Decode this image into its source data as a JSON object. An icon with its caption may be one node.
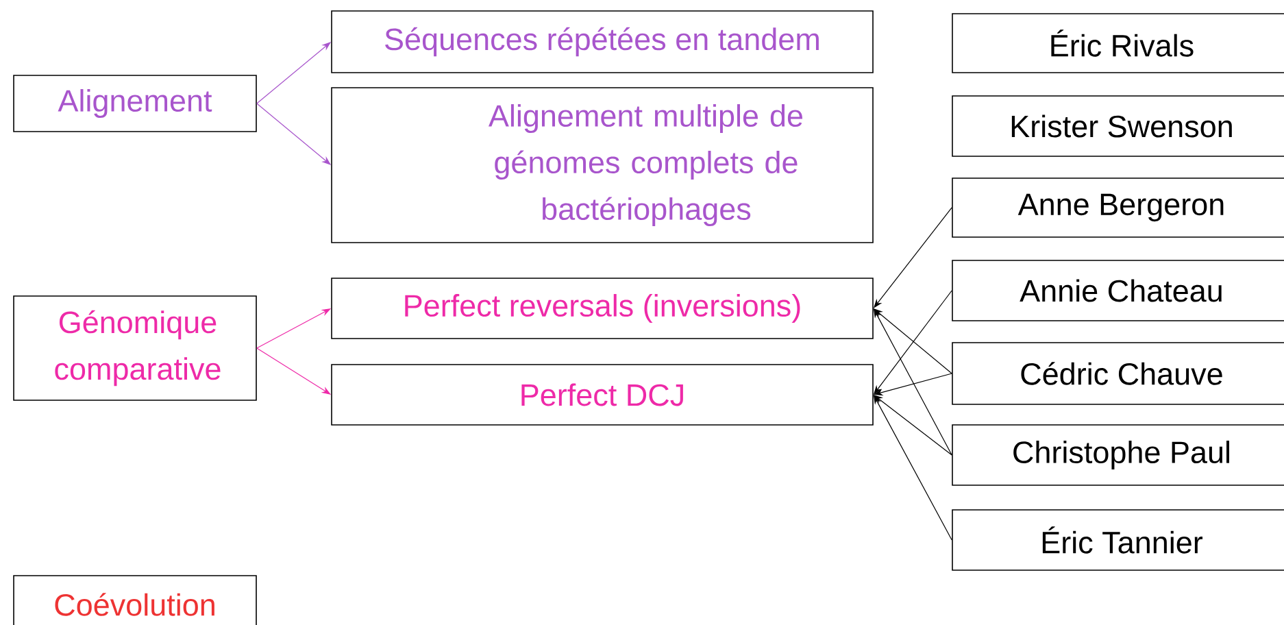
{
  "diagram": {
    "nodes": [
      {
        "text": [
          "Alignement"
        ]
      },
      {
        "text": [
          "Séquences répétées en tandem"
        ]
      },
      {
        "text": [
          "Alignement multiple de génomes complets de bactériophages"
        ]
      },
      {
        "text": [
          "Génomique comparative"
        ]
      },
      {
        "text": [
          "Perfect reversals (inversions)"
        ]
      },
      {
        "text": [
          "Perfect DCJ"
        ]
      },
      {
        "text": [
          "Coévolution"
        ]
      },
      {
        "text": [
          "Éric Rivals"
        ]
      },
      {
        "text": [
          "Krister Swenson"
        ]
      },
      {
        "text": [
          "Anne Bergeron"
        ]
      },
      {
        "text": [
          "Annie Chateau"
        ]
      },
      {
        "text": [
          "Cédric Chauve"
        ]
      },
      {
        "text": [
          "Christophe Paul"
        ]
      },
      {
        "text": [
          "Éric Tannier"
        ]
      }
    ],
    "edges": [
      {
        "from": 0,
        "to": 1,
        "arrow": "to",
        "color": "#a855cc"
      },
      {
        "from": 0,
        "to": 2,
        "arrow": "to",
        "color": "#a855cc"
      },
      {
        "from": 3,
        "to": 4,
        "arrow": "to",
        "color": "#ee2aa8"
      },
      {
        "from": 3,
        "to": 5,
        "arrow": "to",
        "color": "#ee2aa8"
      },
      {
        "from": 9,
        "to": 4,
        "arrow": "to"
      },
      {
        "from": 10,
        "to": 5,
        "arrow": "to"
      },
      {
        "from": 11,
        "to": 4,
        "arrow": "to"
      },
      {
        "from": 11,
        "to": 5,
        "arrow": "to"
      },
      {
        "from": 12,
        "to": 4,
        "arrow": "to"
      },
      {
        "from": 12,
        "to": 5,
        "arrow": "to"
      },
      {
        "from": 13,
        "to": 5,
        "arrow": "to"
      }
    ]
  }
}
